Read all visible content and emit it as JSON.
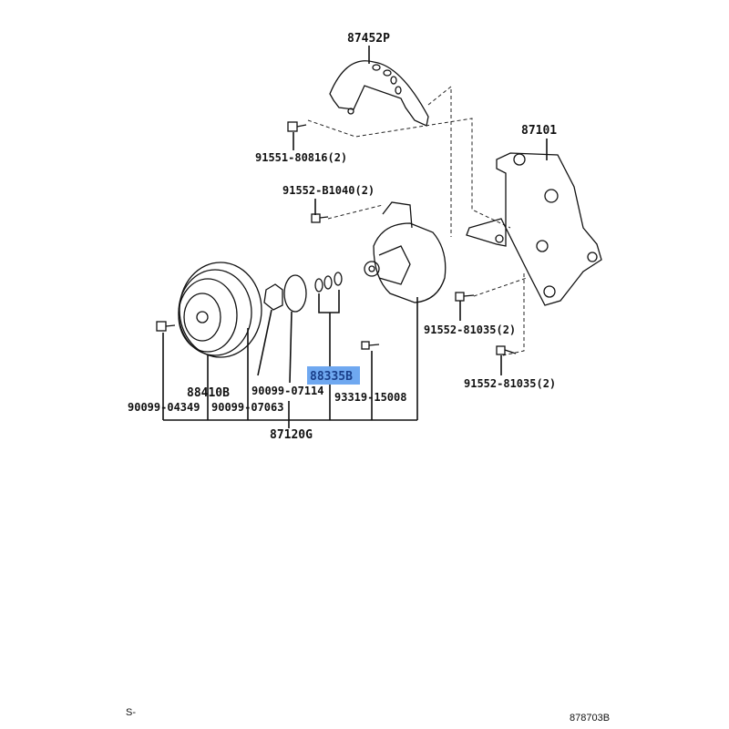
{
  "diagram": {
    "parts": {
      "bracket_top": "87452P",
      "bolt_top": "91551-80816(2)",
      "bracket_main": "87101",
      "bolt_pump": "91552-B1040(2)",
      "bolt_right_1": "91552-81035(2)",
      "bolt_right_2": "91552-81035(2)",
      "highlighted": "88335B",
      "pulley": "88410B",
      "snap_ring_1": "90099-07114",
      "bolt_pulley": "90099-04349",
      "snap_ring_2": "90099-07063",
      "bolt_small": "93319-15008",
      "compressor_assy": "87120G"
    },
    "footer_left": "S-",
    "footer_right": "878703B",
    "highlight_color": "#6fa8f0"
  }
}
